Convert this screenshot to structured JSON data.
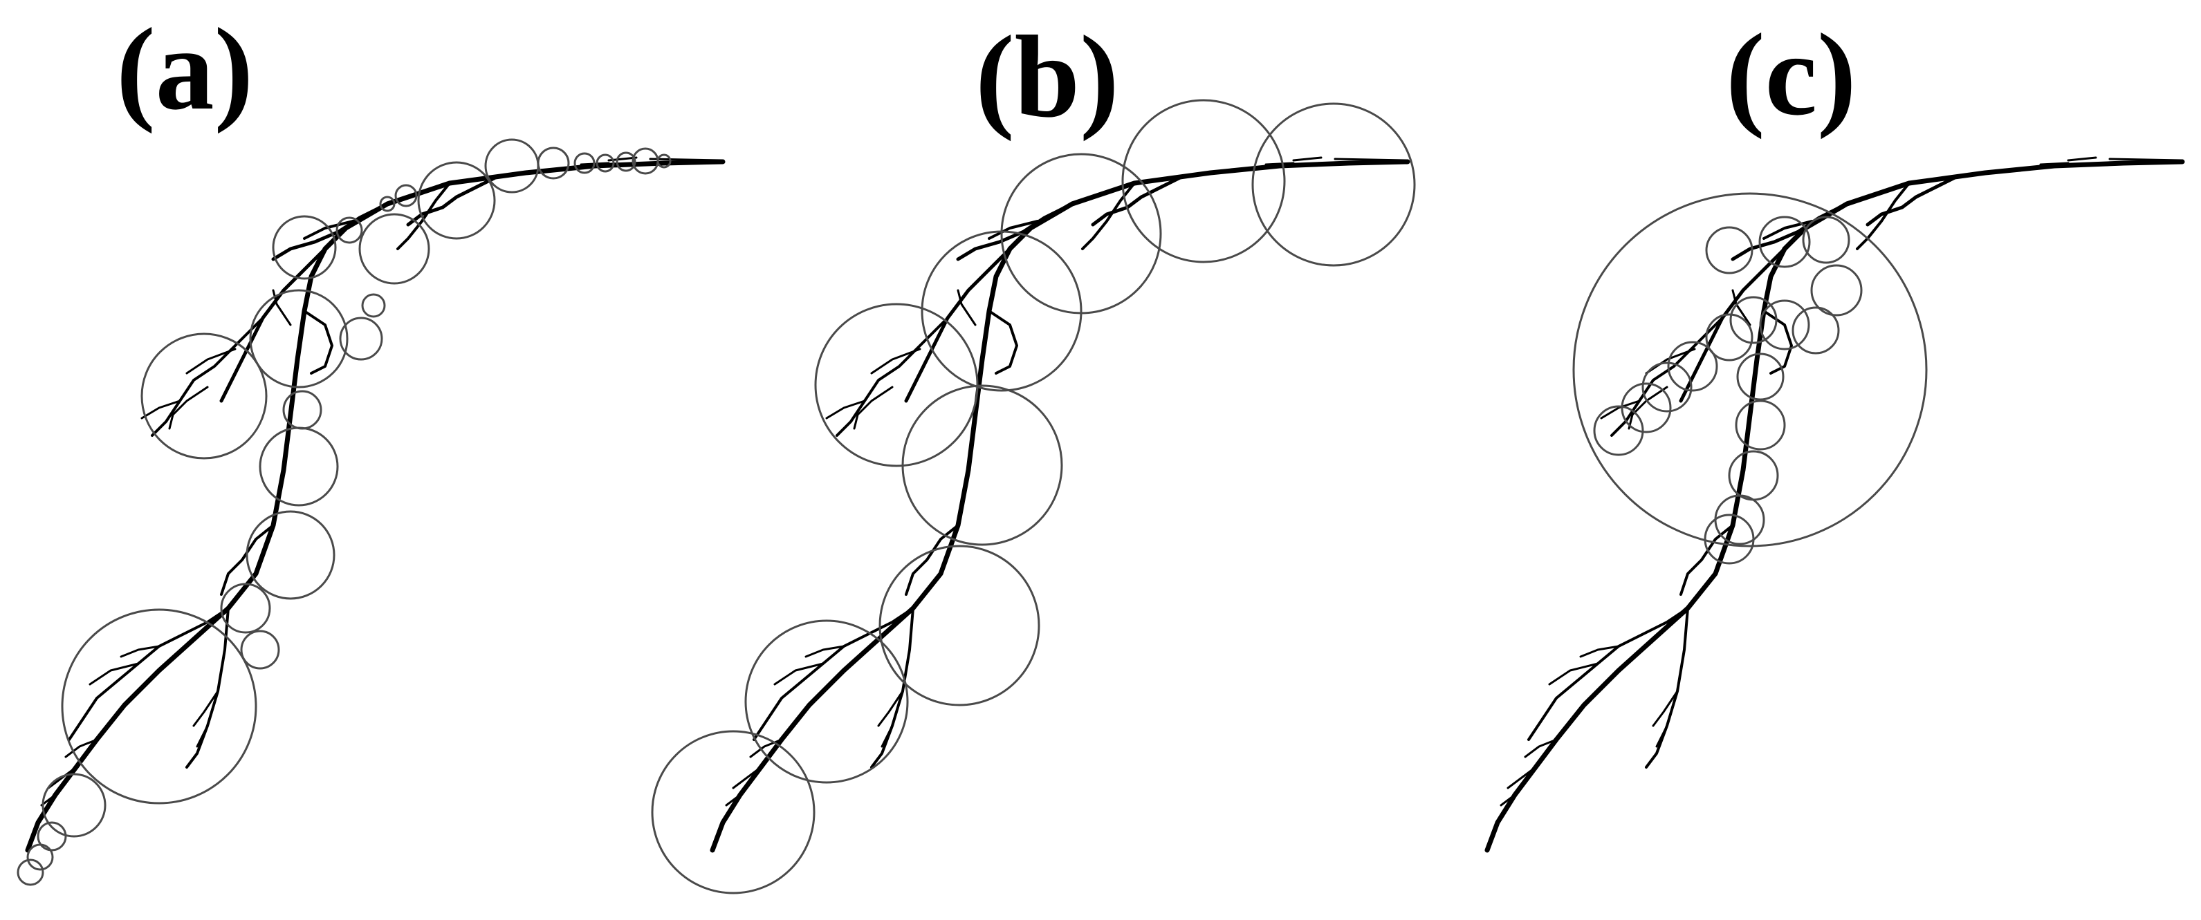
{
  "panels": [
    {
      "label": "(a)"
    },
    {
      "label": "(b)"
    },
    {
      "label": "(c)"
    }
  ],
  "colors": {
    "background": "#ffffff",
    "branch": "#000000",
    "circle": "#4a4a4a"
  }
}
